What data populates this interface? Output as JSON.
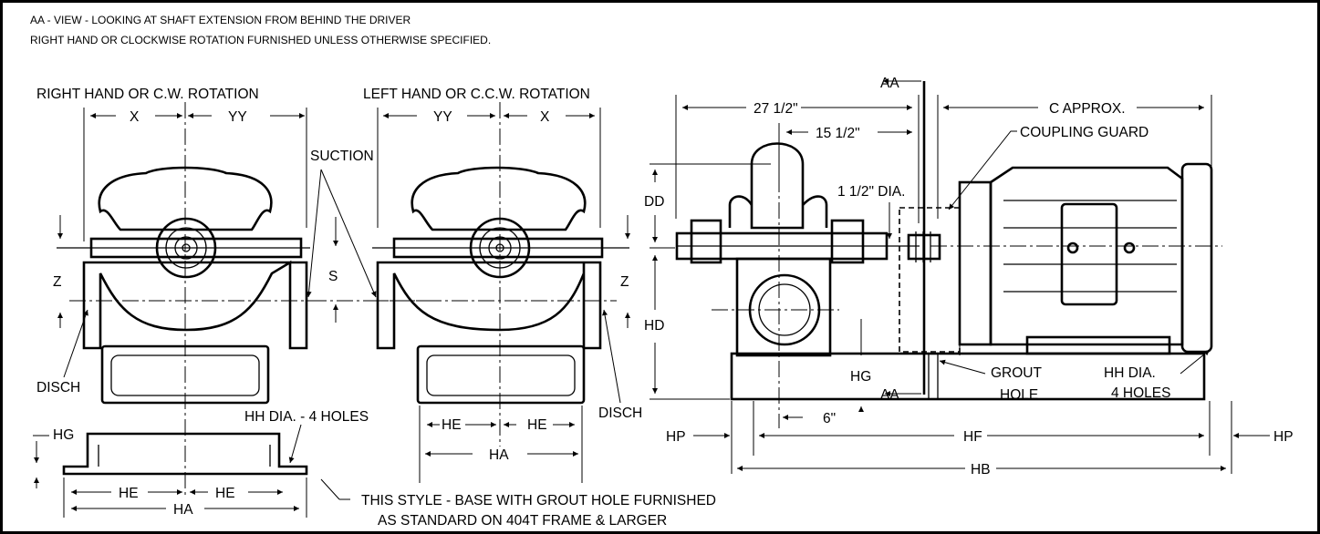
{
  "header": {
    "line1": "AA - VIEW - LOOKING AT SHAFT EXTENSION FROM BEHIND THE DRIVER",
    "line2": "RIGHT HAND OR CLOCKWISE ROTATION FURNISHED UNLESS OTHERWISE SPECIFIED."
  },
  "views": {
    "right_hand_title": "RIGHT HAND OR C.W. ROTATION",
    "left_hand_title": "LEFT HAND OR C.C.W. ROTATION"
  },
  "labels": {
    "x": "X",
    "yy": "YY",
    "suction": "SUCTION",
    "z": "Z",
    "s": "S",
    "disch": "DISCH",
    "hh_dia_4_holes": "HH DIA. - 4 HOLES",
    "he": "HE",
    "ha": "HA",
    "hg": "HG",
    "base_note_line1": "THIS STYLE - BASE WITH GROUT HOLE FURNISHED",
    "base_note_line2": "AS STANDARD ON 404T FRAME & LARGER",
    "aa": "AA",
    "dim_27_half": "27 1/2\"",
    "dim_15_half": "15 1/2\"",
    "c_approx": "C APPROX.",
    "coupling_guard": "COUPLING GUARD",
    "dd": "DD",
    "shaft_dia": "1 1/2\" DIA.",
    "hd": "HD",
    "grout_hole_line1": "GROUT",
    "grout_hole_line2": "HOLE",
    "hh_dia": "HH DIA.",
    "four_holes": "4 HOLES",
    "six_inch": "6\"",
    "hp": "HP",
    "hf": "HF",
    "hb": "HB"
  }
}
